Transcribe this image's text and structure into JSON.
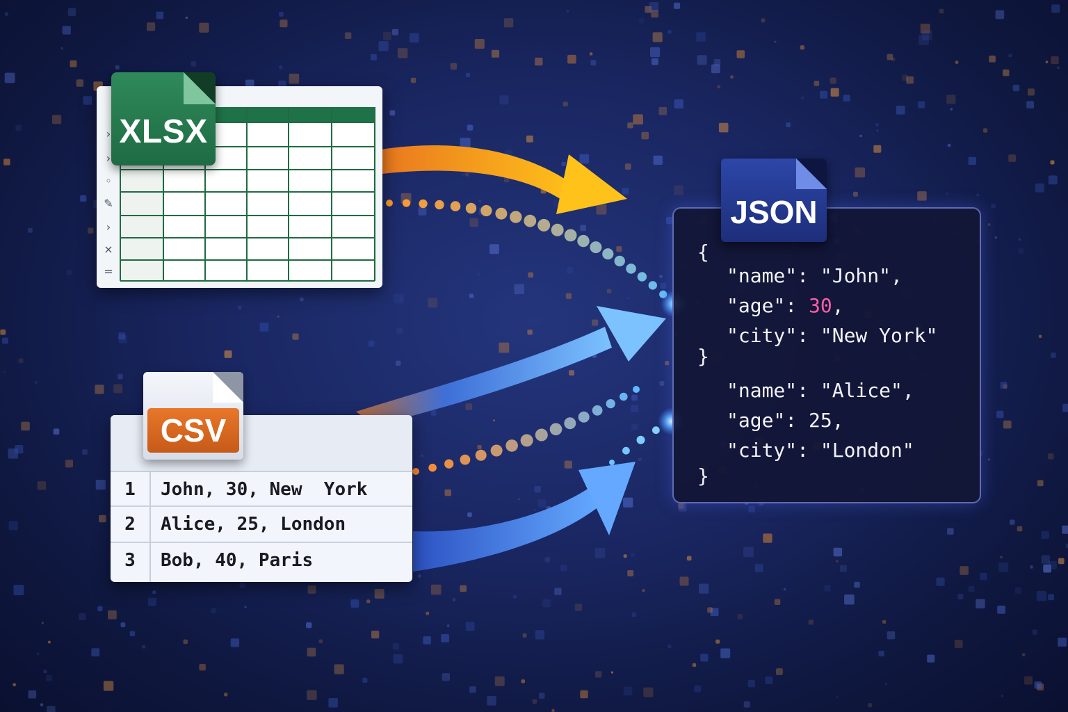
{
  "xlsx": {
    "label": "XLSX"
  },
  "csv": {
    "label": "CSV",
    "rows": [
      {
        "num": "1",
        "text": "John, 30, New  York"
      },
      {
        "num": "2",
        "text": "Alice, 25, London"
      },
      {
        "num": "3",
        "text": "Bob, 40, Paris"
      }
    ]
  },
  "json": {
    "label": "JSON",
    "open_brace": "{",
    "close_brace": "}",
    "record1": {
      "name_line": "\"name\": \"John\",",
      "age_key": "\"age\": ",
      "age_value": "30",
      "age_comma": ",",
      "city_line": "\"city\": \"New York\""
    },
    "record2": {
      "name_line": "\"name\": \"Alice\",",
      "age_line": "\"age\": 25,",
      "city_line": "\"city\": \"London\""
    }
  },
  "colors": {
    "background": "#1a2763",
    "xlsx_green": "#1e6b43",
    "csv_orange": "#e8772a",
    "json_blue": "#2d46a8",
    "arrow_orange": "#f6a21c",
    "arrow_blue": "#4f8cf5",
    "age_highlight": "#ff5fa8"
  }
}
